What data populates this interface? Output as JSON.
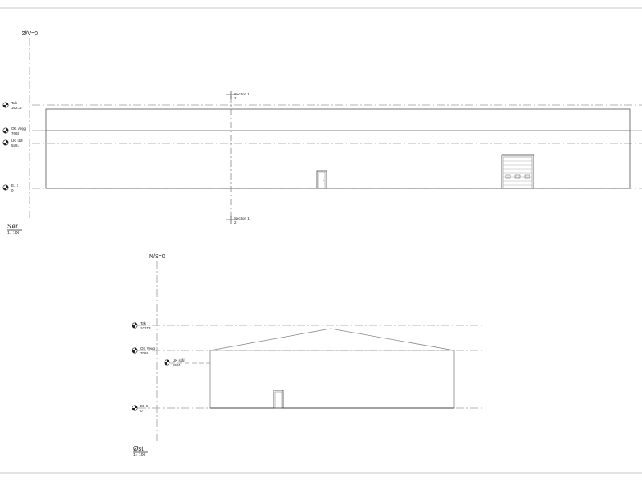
{
  "views": [
    {
      "grid_label": "Ø/V=0",
      "title": "Sør",
      "scale": "1 : 100",
      "levels": [
        {
          "name": "Tak",
          "elevation": "10213"
        },
        {
          "name": "OK Vegg",
          "elevation": "7068"
        },
        {
          "name": "UK stål",
          "elevation": "5591"
        },
        {
          "name": "Et. 1",
          "elevation": "0"
        }
      ],
      "section_marks": [
        {
          "name": "Section 1",
          "number": "2"
        },
        {
          "name": "Section 1",
          "number": "2"
        }
      ]
    },
    {
      "grid_label": "N/S=0",
      "title": "Øst",
      "scale": "1 : 100",
      "levels": [
        {
          "name": "Tak",
          "elevation": "10213"
        },
        {
          "name": "OK Vegg",
          "elevation": "7068"
        },
        {
          "name": "UK stål",
          "elevation": "5591"
        },
        {
          "name": "Et. 1",
          "elevation": "0"
        }
      ]
    }
  ],
  "colors": {
    "line": "#555555",
    "dash": "#9a9a9a",
    "frame": "#c8c8c8"
  },
  "icons": {
    "level_marker": "level-head-icon",
    "section_marker": "section-head-icon"
  }
}
